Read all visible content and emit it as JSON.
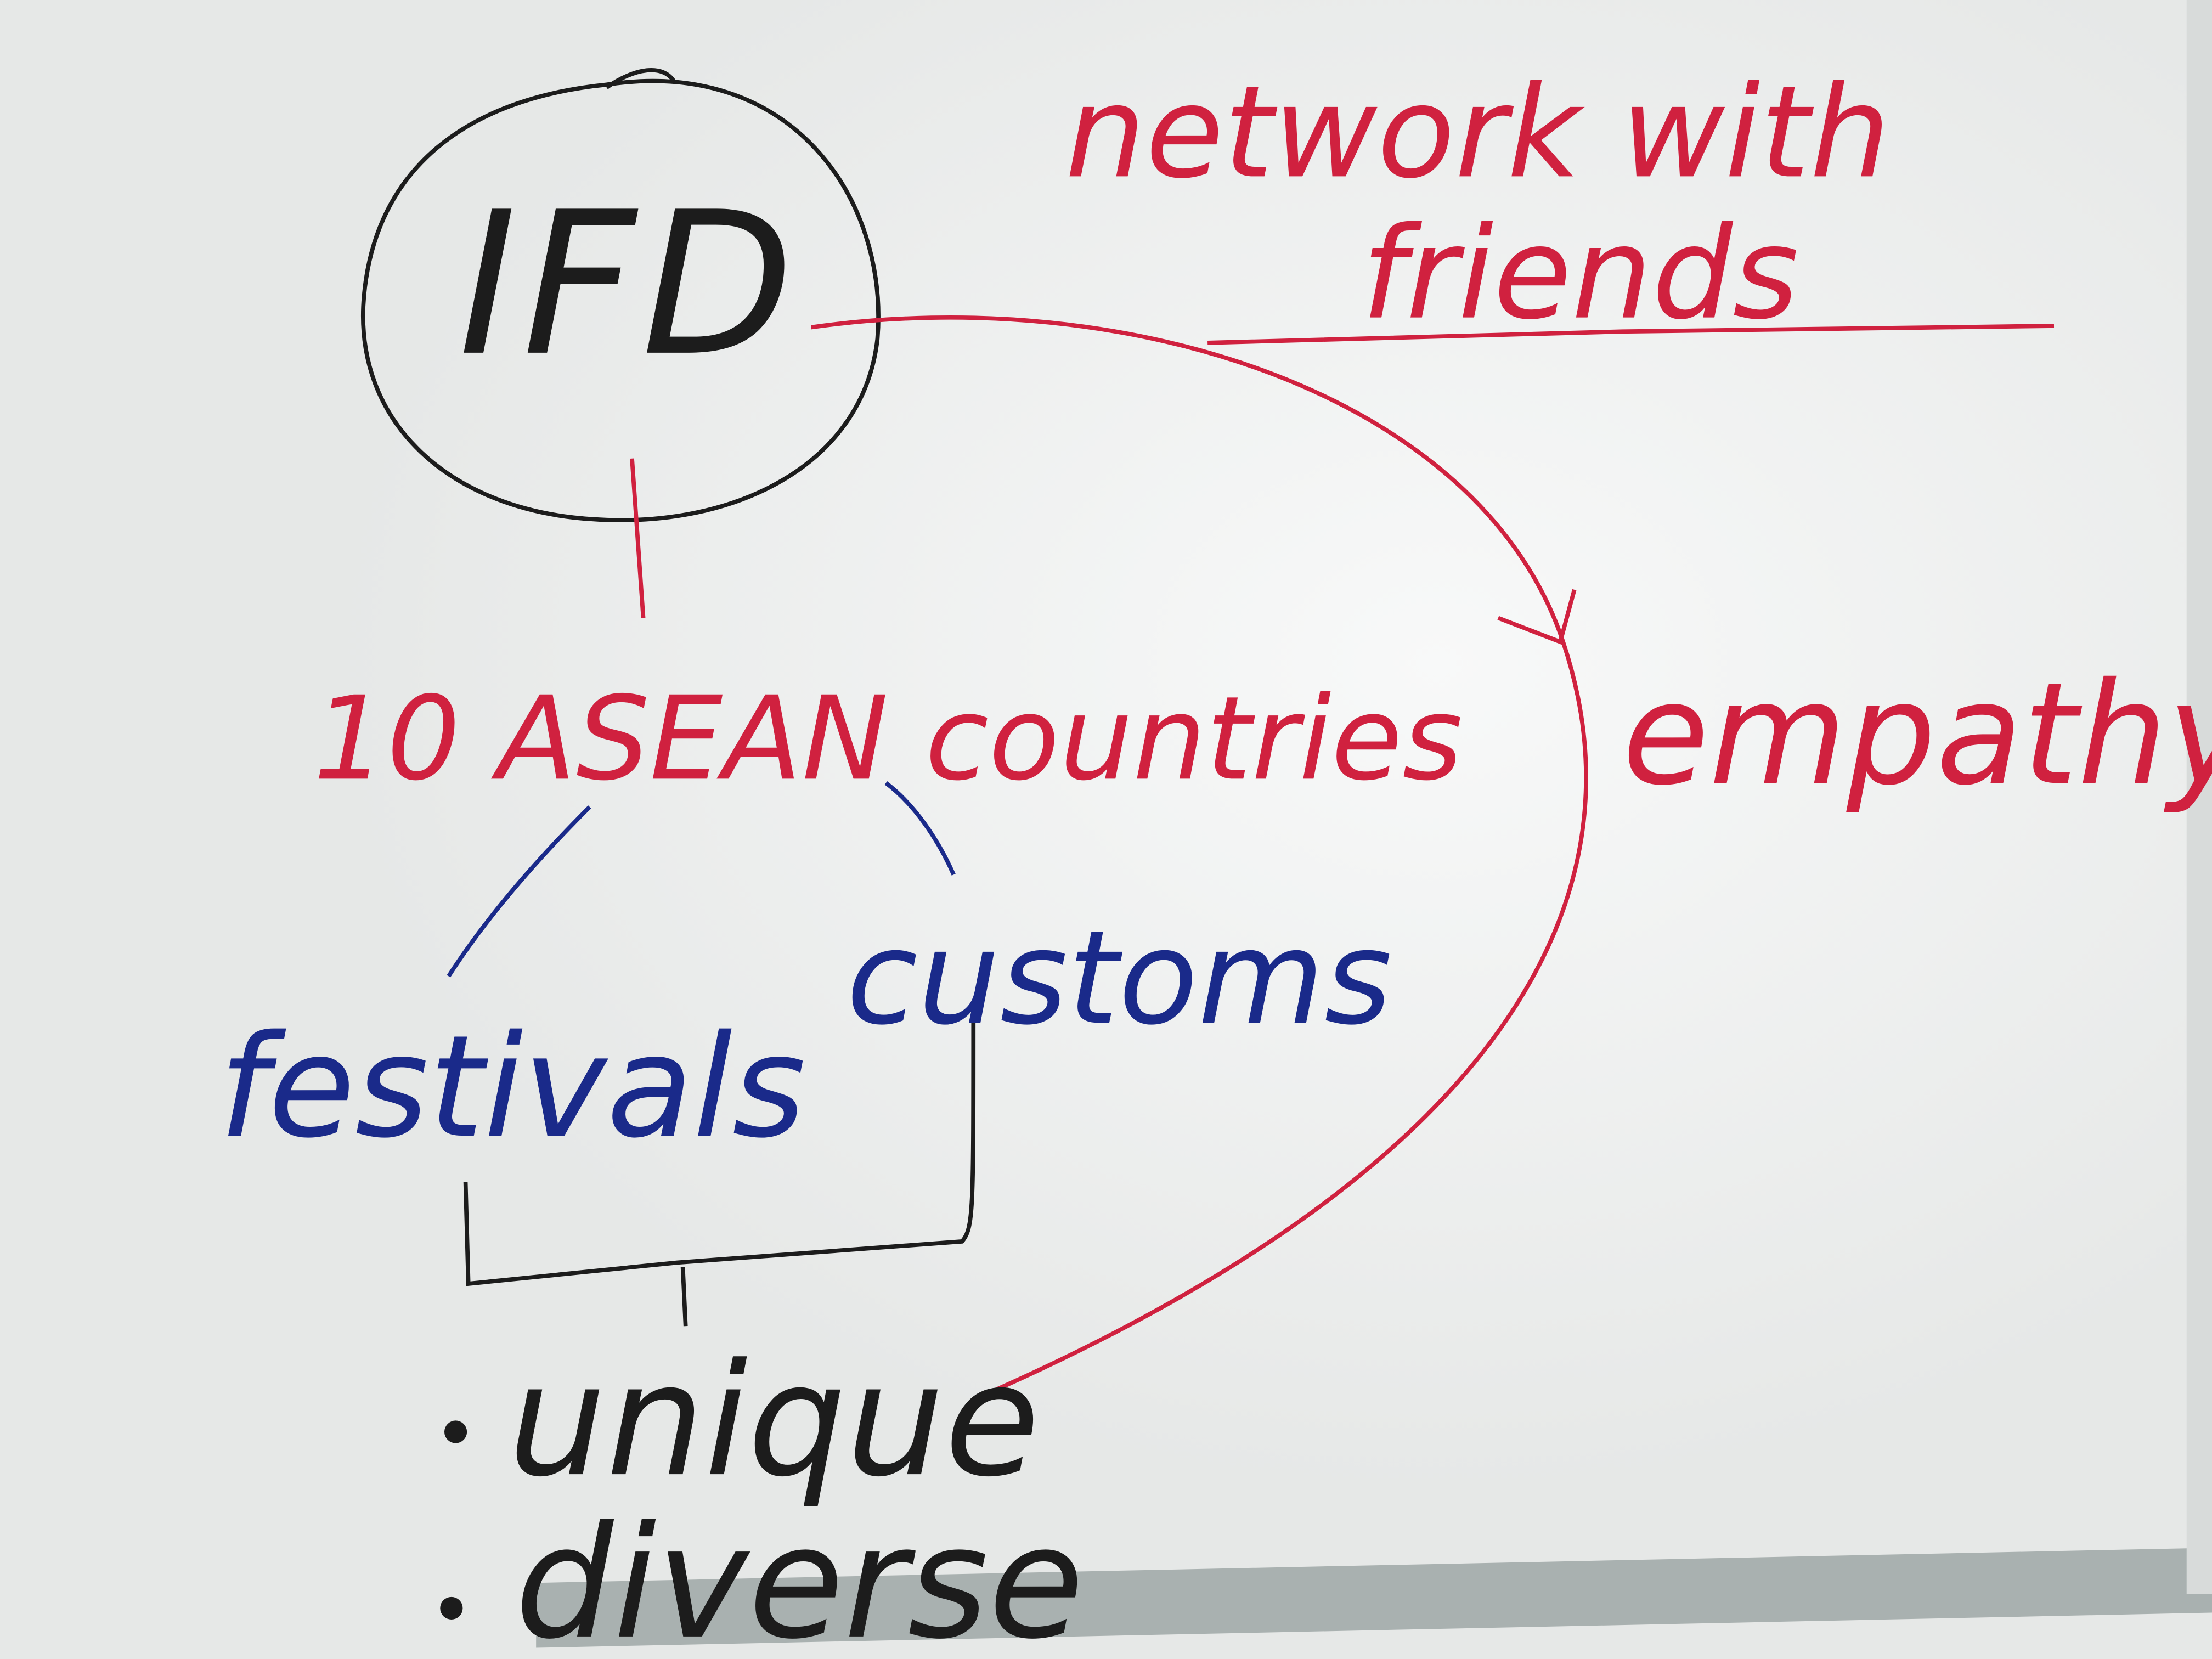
{
  "colors": {
    "board": "#eceeed",
    "black_marker": "#1c1c1c",
    "red_marker": "#d0213f",
    "blue_marker": "#1a2a8a",
    "tray": "#9aa3a3"
  },
  "nodes": {
    "center": "IFD",
    "network": [
      "network with",
      "friends"
    ],
    "asean": "10 ASEAN countries",
    "festivals": "festivals",
    "customs": "customs",
    "bullets": [
      "unique",
      "diverse"
    ],
    "empathy": "empathy"
  }
}
